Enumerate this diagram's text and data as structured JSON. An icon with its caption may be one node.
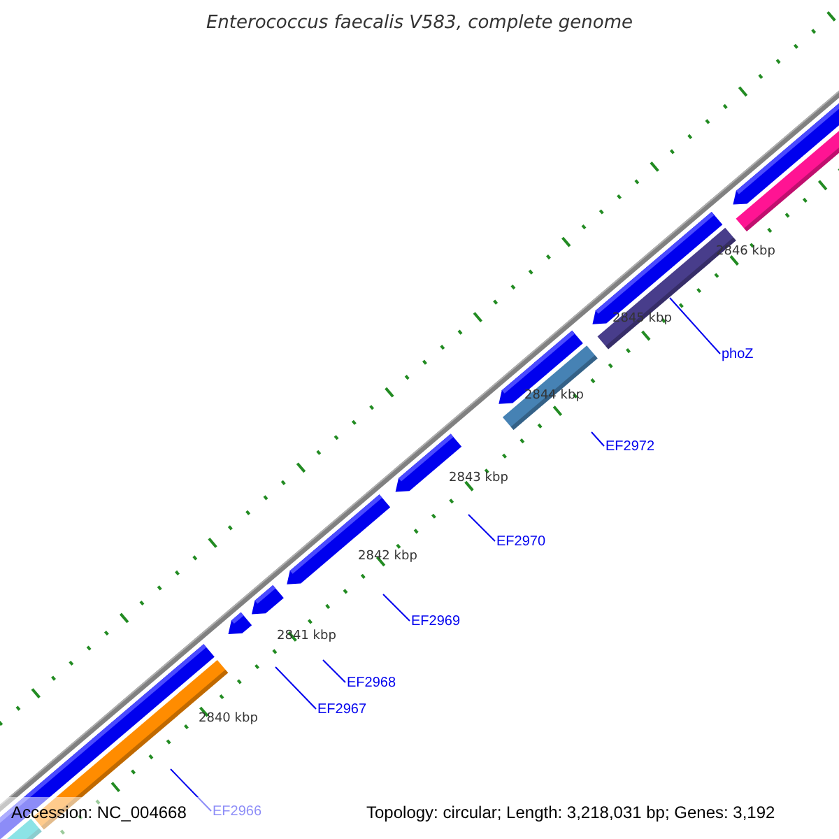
{
  "diagram": {
    "title": "Enterococcus faecalis V583, complete genome",
    "nodes": [
      {
        "text": [
          "EF2966"
        ]
      },
      {
        "text": [
          "EF2967"
        ]
      },
      {
        "text": [
          "EF2968"
        ]
      },
      {
        "text": [
          "EF2969"
        ]
      },
      {
        "text": [
          "EF2970"
        ]
      },
      {
        "text": [
          "EF2972"
        ]
      },
      {
        "text": [
          "phoZ"
        ]
      },
      {
        "text": [],
        "shape": "bar"
      }
    ],
    "edges": [
      {
        "from": 0,
        "to": null,
        "arrow": "none"
      },
      {
        "from": 1,
        "to": null,
        "arrow": "none"
      },
      {
        "from": 2,
        "to": null,
        "arrow": "none"
      },
      {
        "from": 3,
        "to": null,
        "arrow": "none"
      },
      {
        "from": 4,
        "to": null,
        "arrow": "none"
      },
      {
        "from": 5,
        "to": null,
        "arrow": "none"
      },
      {
        "from": 6,
        "to": 7,
        "arrow": "none"
      }
    ],
    "labels": [
      "2846 kbp",
      "2845 kbp",
      "2844 kbp",
      "2843 kbp",
      "2842 kbp",
      "2841 kbp",
      "2840 kbp",
      "Accession: NC_004668",
      "Topology: circular; Length: 3,218,031 bp; Genes: 3,192"
    ]
  }
}
